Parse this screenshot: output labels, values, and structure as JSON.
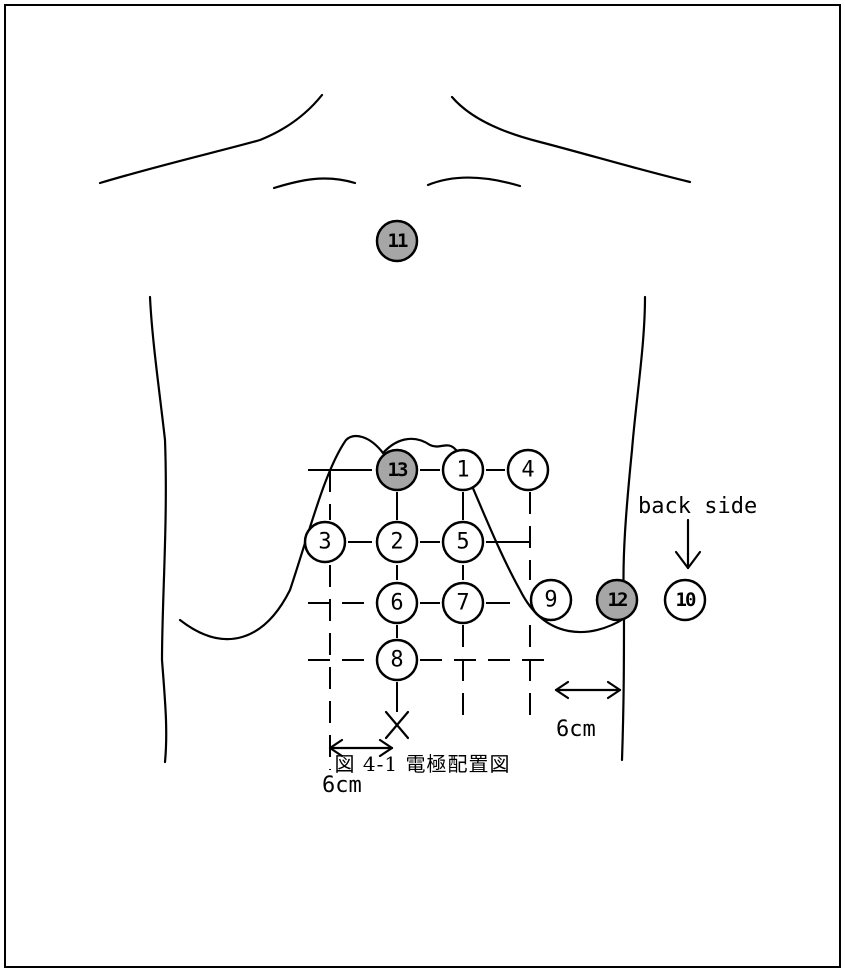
{
  "caption": "図 4-1 電極配置図",
  "electrodes": [
    {
      "label": "1",
      "shaded": false
    },
    {
      "label": "2",
      "shaded": false
    },
    {
      "label": "3",
      "shaded": false
    },
    {
      "label": "4",
      "shaded": false
    },
    {
      "label": "5",
      "shaded": false
    },
    {
      "label": "6",
      "shaded": false
    },
    {
      "label": "7",
      "shaded": false
    },
    {
      "label": "8",
      "shaded": false
    },
    {
      "label": "9",
      "shaded": false
    },
    {
      "label": "10",
      "shaded": false
    },
    {
      "label": "11",
      "shaded": true
    },
    {
      "label": "12",
      "shaded": true
    },
    {
      "label": "13",
      "shaded": true
    }
  ],
  "annotations": {
    "back_side": "back side",
    "distance_left": "6cm",
    "distance_right": "6cm"
  },
  "colors": {
    "shaded_fill": "#a6a6a6",
    "open_fill": "#ffffff",
    "ink": "#000000"
  }
}
